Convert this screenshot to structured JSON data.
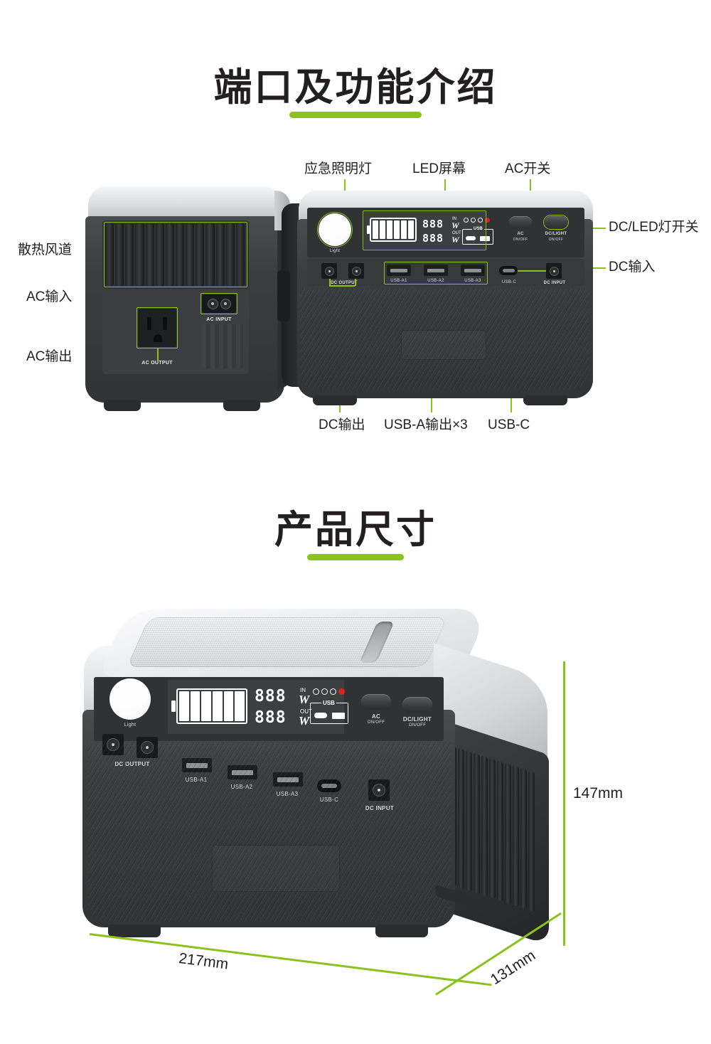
{
  "sections": [
    {
      "title": "端口及功能介绍"
    },
    {
      "title": "产品尺寸"
    }
  ],
  "ports_diagram": {
    "callouts_top": [
      {
        "label": "应急照明灯"
      },
      {
        "label": "LED屏幕"
      },
      {
        "label": "AC开关"
      }
    ],
    "callouts_right": [
      {
        "label": "DC/LED灯开关"
      },
      {
        "label": "DC输入"
      }
    ],
    "callouts_left": [
      {
        "label": "散热风道"
      },
      {
        "label": "AC输入"
      },
      {
        "label": "AC输出"
      }
    ],
    "callouts_bottom": [
      {
        "label": "DC输出"
      },
      {
        "label": "USB-A输出×3"
      },
      {
        "label": "USB-C"
      }
    ]
  },
  "device_front": {
    "light_label": "Light",
    "buttons": [
      {
        "line1": "AC",
        "line2": "ON/OFF"
      },
      {
        "line1": "DC/LIGHT",
        "line2": "ON/OFF"
      }
    ],
    "port_labels": {
      "dc_output": "DC OUTPUT",
      "usb_a1": "USB-A1",
      "usb_a2": "USB-A2",
      "usb_a3": "USB-A3",
      "usb_c": "USB-C",
      "dc_input": "DC INPUT"
    },
    "display": {
      "battery_bars": 6,
      "input_value": "888",
      "input_tag": "IN",
      "input_unit": "W",
      "output_value": "888",
      "output_tag": "OUT",
      "output_unit": "W",
      "usb_label": "USB",
      "status_icons": [
        {
          "name": "ac-status-icon",
          "color": "#ffffff"
        },
        {
          "name": "dc-status-icon",
          "color": "#ffffff"
        },
        {
          "name": "light-status-icon",
          "color": "#ffffff"
        },
        {
          "name": "power-status-icon",
          "color": "#e02020"
        }
      ]
    }
  },
  "device_back": {
    "ac_output_label": "AC OUTPUT",
    "ac_input_label": "AC INPUT"
  },
  "dimensions": {
    "width": "217mm",
    "depth": "131mm",
    "height": "147mm"
  },
  "theme": {
    "accent_green": "#8CC21E",
    "text_dark": "#231f20",
    "shell_light": "#dfe1e3",
    "shell_dark": "#3b3d3f",
    "status_red": "#e02020"
  }
}
